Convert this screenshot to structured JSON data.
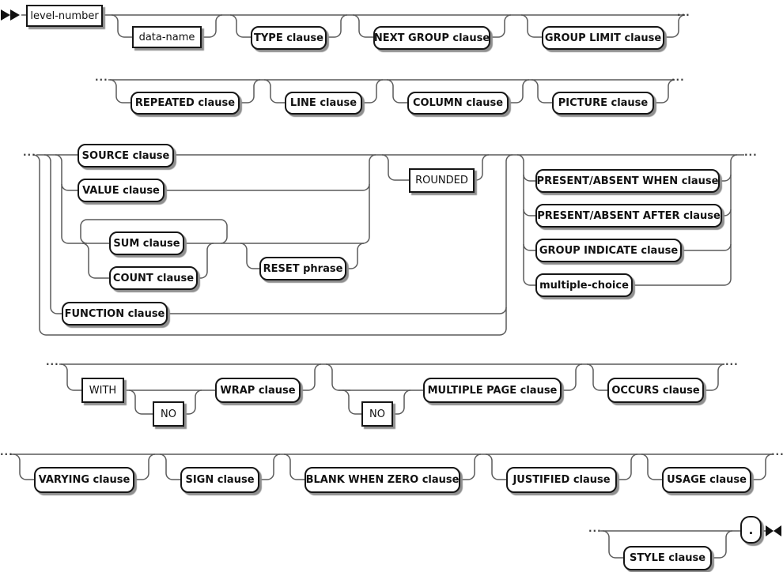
{
  "diagram": {
    "ellipsis": "···",
    "nodes": {
      "level_number": "level-number",
      "data_name": "data-name",
      "type_clause": "TYPE clause",
      "next_group_clause": "NEXT GROUP clause",
      "group_limit_clause": "GROUP LIMIT clause",
      "repeated_clause": "REPEATED clause",
      "line_clause": "LINE clause",
      "column_clause": "COLUMN clause",
      "picture_clause": "PICTURE clause",
      "source_clause": "SOURCE clause",
      "value_clause": "VALUE clause",
      "sum_clause": "SUM clause",
      "count_clause": "COUNT clause",
      "reset_phrase": "RESET phrase",
      "rounded": "ROUNDED",
      "function_clause": "FUNCTION clause",
      "present_absent_when_clause": "PRESENT/ABSENT WHEN clause",
      "present_absent_after_clause": "PRESENT/ABSENT AFTER clause",
      "group_indicate_clause": "GROUP INDICATE clause",
      "multiple_choice": "multiple-choice",
      "with_kw": "WITH",
      "no_kw_1": "NO",
      "wrap_clause": "WRAP clause",
      "no_kw_2": "NO",
      "multiple_page_clause": "MULTIPLE PAGE clause",
      "occurs_clause": "OCCURS clause",
      "varying_clause": "VARYING clause",
      "sign_clause": "SIGN clause",
      "blank_when_zero_clause": "BLANK WHEN ZERO clause",
      "justified_clause": "JUSTIFIED clause",
      "usage_clause": "USAGE clause",
      "style_clause": "STYLE clause",
      "period": "."
    }
  }
}
